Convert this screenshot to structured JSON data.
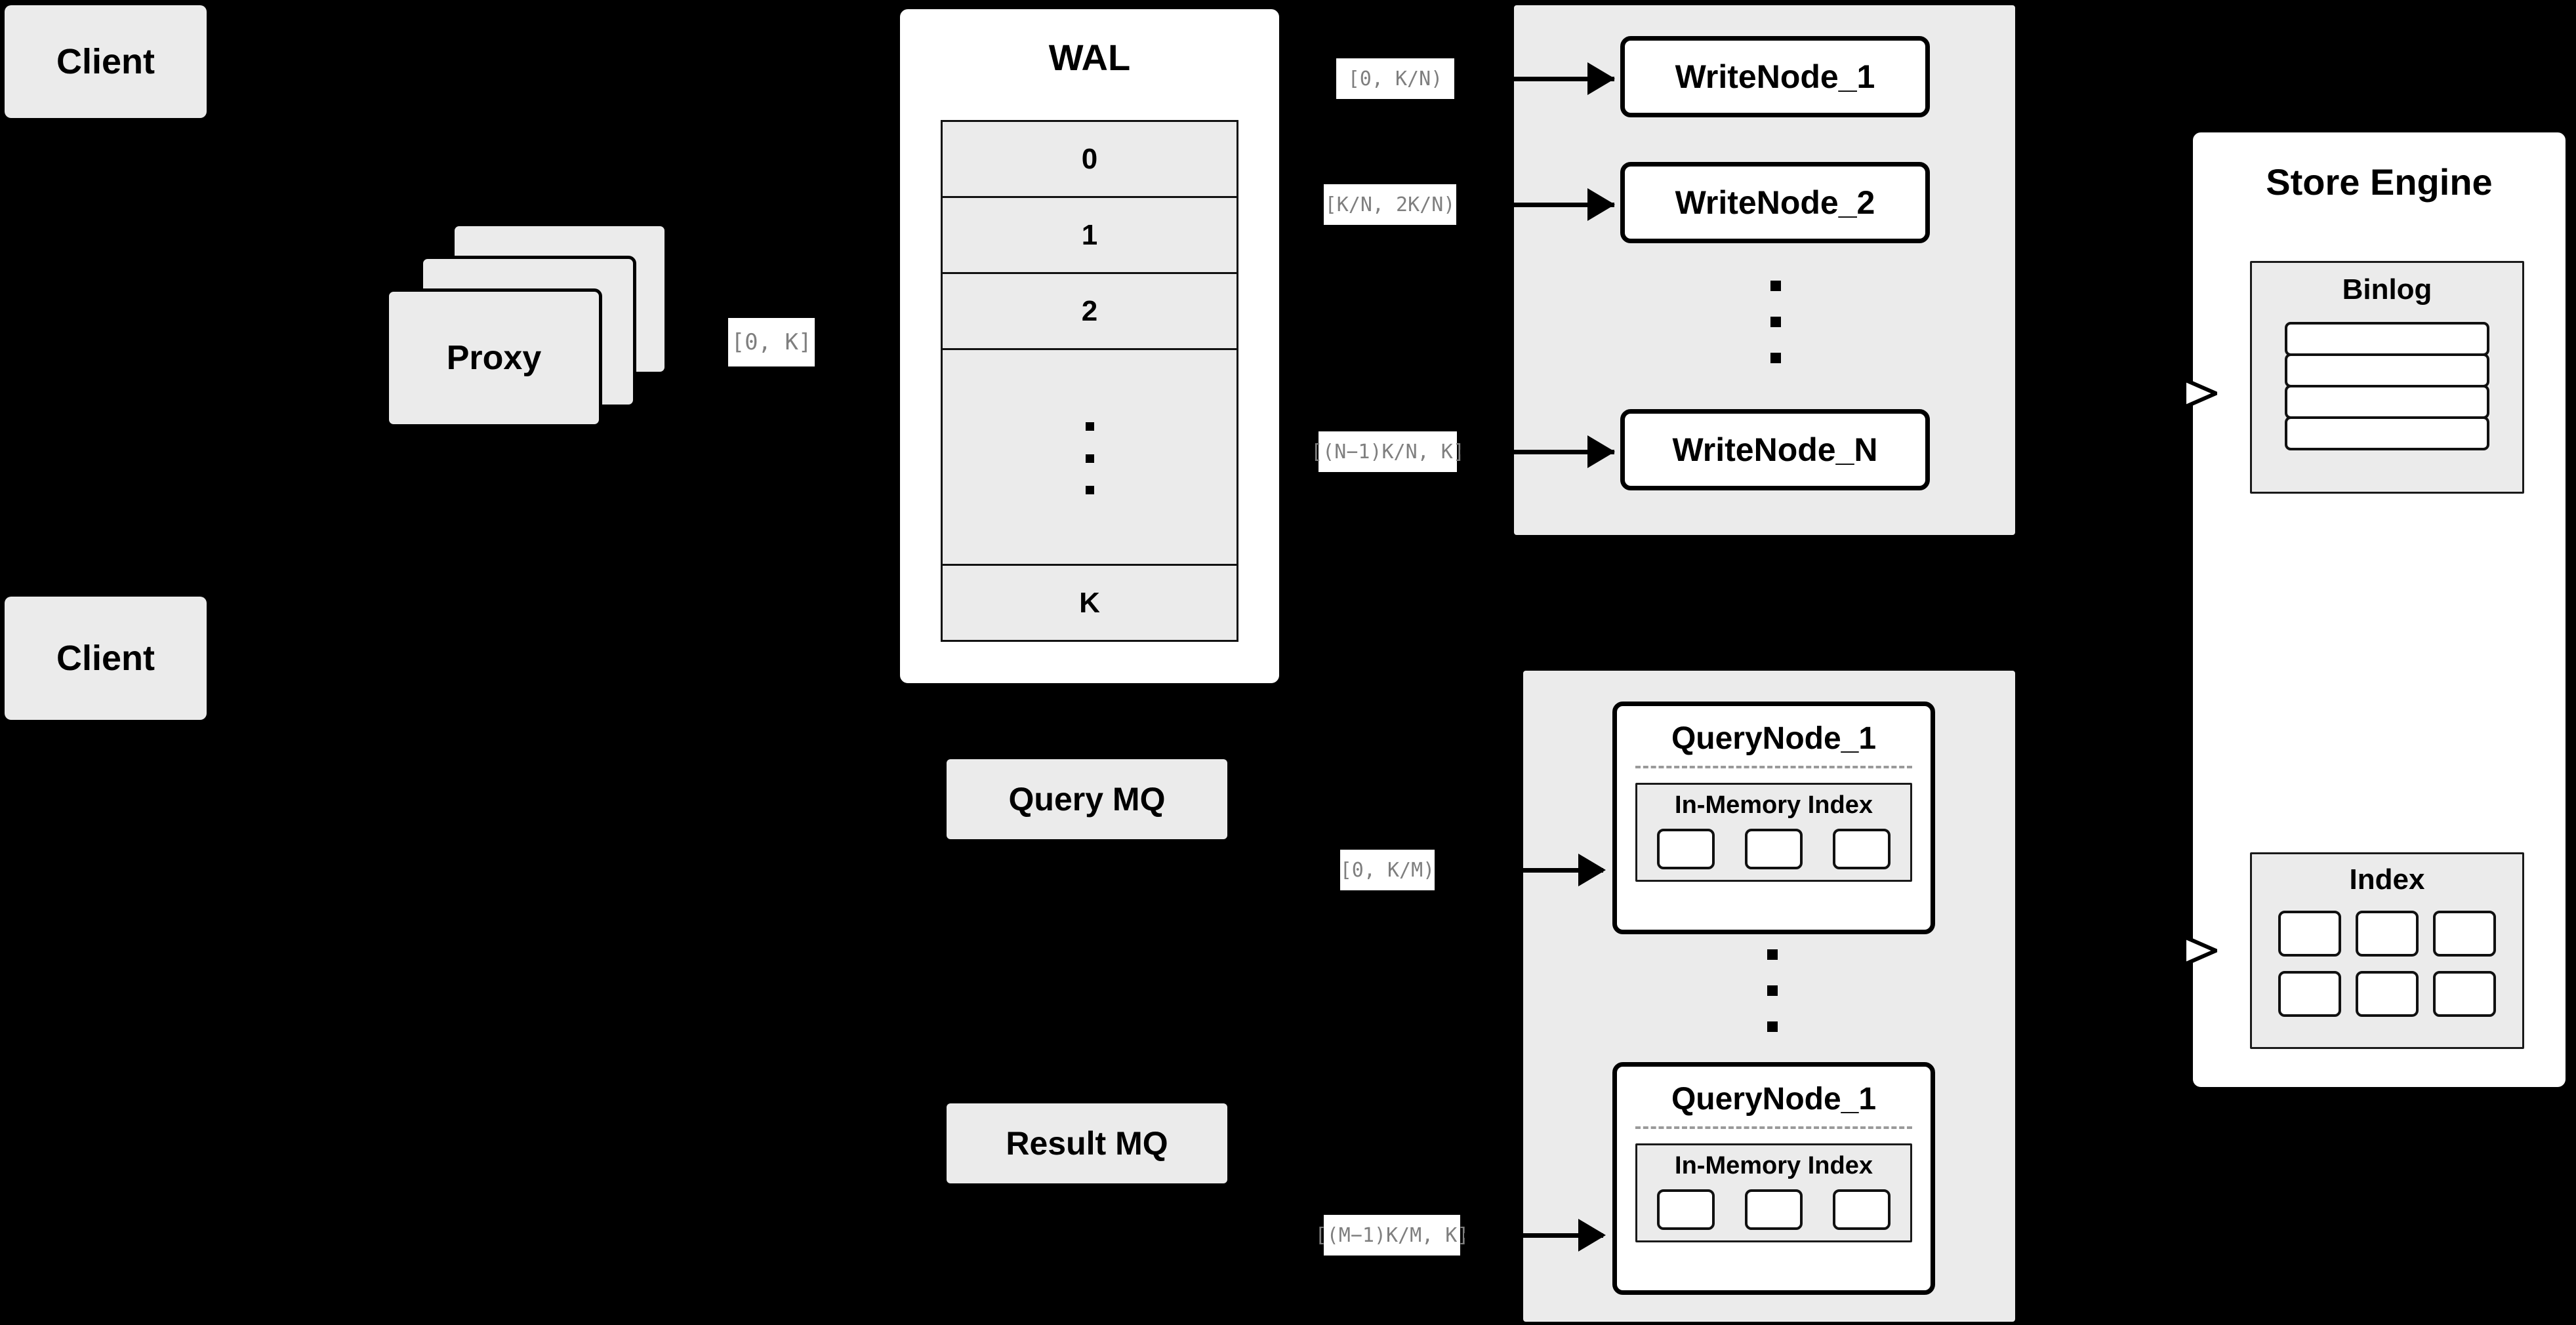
{
  "diagram": {
    "background_color": "#000000",
    "node_fill": "#ebebeb",
    "panel_fill": "#ffffff",
    "stroke": "#000000",
    "label_text_color": "#7f7f7f"
  },
  "clients": [
    {
      "label": "Client"
    },
    {
      "label": "Client"
    }
  ],
  "proxy": {
    "label": "Proxy",
    "stack_count": 3
  },
  "edge_labels": {
    "proxy_to_wal": "[0, K]",
    "write_node_1": "[0,  K/N)",
    "write_node_2": "[K/N, 2K/N)",
    "write_node_n": "[(N−1)K/N,  K]",
    "query_node_1": "[0, K/M)",
    "query_node_m": "[(M−1)K/M, K]"
  },
  "wal": {
    "title": "WAL",
    "rows": [
      "0",
      "1",
      "2"
    ],
    "ellipsis": "···",
    "last_row": "K"
  },
  "message_queues": [
    {
      "label": "Query MQ"
    },
    {
      "label": "Result MQ"
    }
  ],
  "write_cluster": {
    "nodes": [
      {
        "label": "WriteNode_1"
      },
      {
        "label": "WriteNode_2"
      },
      {
        "label": "WriteNode_N"
      }
    ],
    "ellipsis": "vertical-dots"
  },
  "query_cluster": {
    "nodes": [
      {
        "label": "QueryNode_1",
        "index_label": "In-Memory Index",
        "chip_count": 3
      },
      {
        "label": "QueryNode_1",
        "index_label": "In-Memory Index",
        "chip_count": 3
      }
    ],
    "ellipsis": "vertical-dots"
  },
  "store_engine": {
    "title": "Store Engine",
    "binlog": {
      "title": "Binlog",
      "segment_count": 4
    },
    "index": {
      "title": "Index",
      "chip_count": 6
    }
  }
}
